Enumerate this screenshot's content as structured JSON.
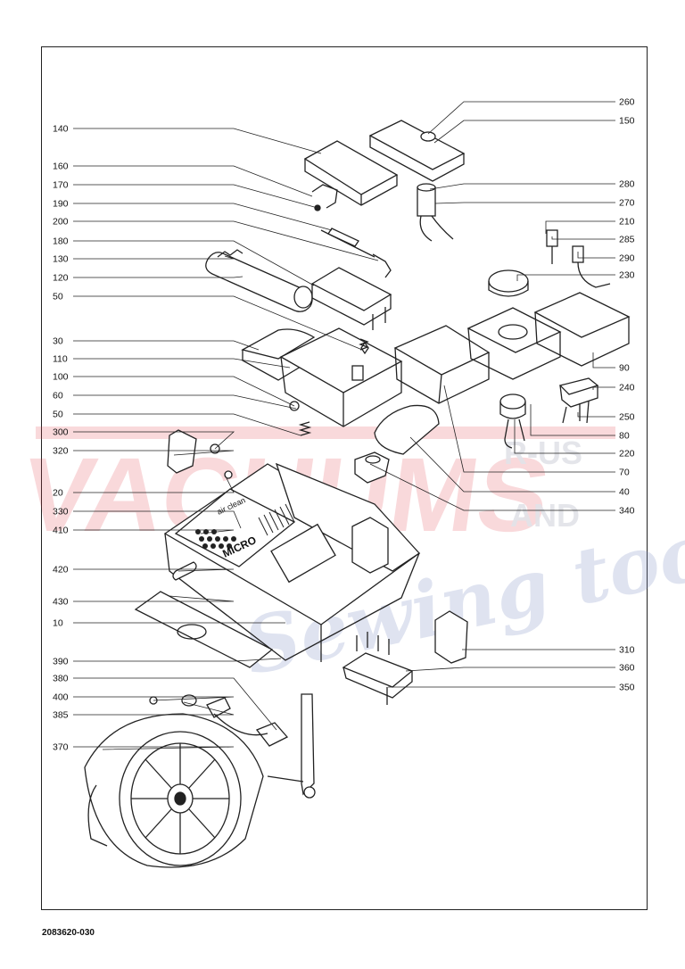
{
  "document_code": "2083620-030",
  "watermark": {
    "main_text": "VACUUMS",
    "side_top": "R-US",
    "side_mid": "AND",
    "script_text": "Sewing too",
    "red_color": "#e23a49",
    "blue_color": "#7d8fc4"
  },
  "product_print": {
    "line1": "air clean",
    "line2": "MICRO"
  },
  "labels_left": [
    "140",
    "160",
    "170",
    "190",
    "200",
    "180",
    "130",
    "120",
    "50",
    "30",
    "110",
    "100",
    "60",
    "50",
    "300",
    "320",
    "20",
    "330",
    "410",
    "420",
    "430",
    "10",
    "390",
    "380",
    "400",
    "385",
    "370"
  ],
  "labels_right": [
    "260",
    "150",
    "280",
    "270",
    "210",
    "285",
    "290",
    "230",
    "90",
    "240",
    "250",
    "80",
    "220",
    "70",
    "40",
    "340",
    "310",
    "360",
    "350"
  ]
}
